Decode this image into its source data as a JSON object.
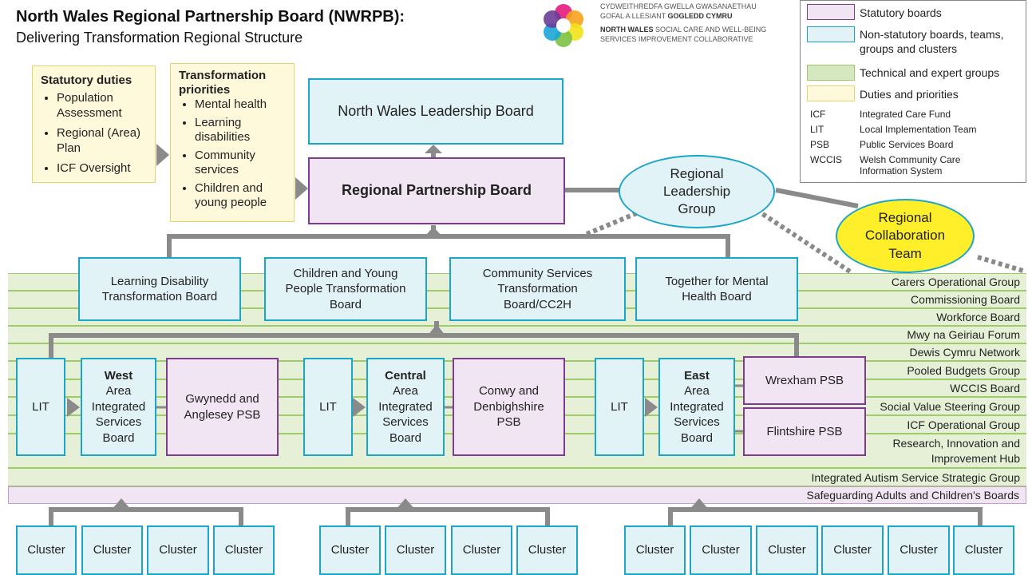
{
  "header": {
    "title": "North Wales Regional Partnership Board (NWRPB):",
    "subtitle": "Delivering Transformation  Regional Structure"
  },
  "logo": {
    "line1": "CYDWEITHREDFA GWELLA GWASANAETHAU",
    "line2a": "GOFAL A LLESIANT ",
    "line2b": "GOGLEDD CYMRU",
    "line3a": "NORTH WALES",
    "line3b": " SOCIAL CARE AND WELL-BEING",
    "line4": "SERVICES IMPROVEMENT COLLABORATIVE"
  },
  "statutory_duties": {
    "heading": "Statutory duties",
    "items": [
      "Population Assessment",
      "Regional (Area) Plan",
      "ICF Oversight"
    ]
  },
  "transformation_priorities": {
    "heading": "Transformation priorities",
    "items": [
      "Mental health",
      "Learning disabilities",
      "Community services",
      "Children and young people"
    ]
  },
  "boards": {
    "leadership": "North Wales Leadership Board",
    "rpb": "Regional Partnership Board",
    "regional_leadership_group": "Regional Leadership Group",
    "regional_collaboration_team": "Regional Collaboration Team"
  },
  "transformation_boards": [
    "Learning Disability Transformation Board",
    "Children and Young People Transformation Board",
    "Community Services Transformation Board/CC2H",
    "Together for Mental Health Board"
  ],
  "areas": {
    "lit": "LIT",
    "west": {
      "bold": "West",
      "rest": "Area Integrated Services Board",
      "psb": "Gwynedd and Anglesey PSB"
    },
    "central": {
      "bold": "Central",
      "rest": "Area Integrated Services Board",
      "psb": "Conwy and Denbighshire PSB"
    },
    "east": {
      "bold": "East",
      "rest": "Area Integrated Services Board",
      "psb1": "Wrexham PSB",
      "psb2": "Flintshire PSB"
    }
  },
  "groups": [
    "Carers Operational Group",
    "Commissioning Board",
    "Workforce Board",
    "Mwy na Geiriau Forum",
    "Dewis Cymru Network",
    "Pooled Budgets Group",
    "WCCIS Board",
    "Social Value Steering Group",
    "ICF Operational Group",
    "Research, Innovation and Improvement Hub",
    "Integrated Autism Service Strategic Group"
  ],
  "safeguarding": "Safeguarding Adults and Children's Boards",
  "cluster_label": "Cluster",
  "legend": {
    "items": [
      {
        "label": "Statutory boards",
        "color": "#f1e4f3",
        "border": "#7e3b92"
      },
      {
        "label": "Non-statutory boards, teams, groups and clusters",
        "color": "#e2f3f8",
        "border": "#1aa6c8"
      },
      {
        "label": "Technical and expert groups",
        "color": "#d6e8bf",
        "border": "#9fcb6a"
      },
      {
        "label": "Duties and priorities",
        "color": "#fff9dc",
        "border": "#e6d470"
      }
    ],
    "abbreviations": [
      {
        "abbr": "ICF",
        "def": "Integrated Care Fund"
      },
      {
        "abbr": "LIT",
        "def": "Local Implementation Team"
      },
      {
        "abbr": "PSB",
        "def": "Public Services Board"
      },
      {
        "abbr": "WCCIS",
        "def": "Welsh Community Care Information System"
      }
    ]
  },
  "colors": {
    "cyan_border": "#1aa6c8",
    "purple_border": "#7e3b92",
    "connector": "#8a8a8a",
    "team_yellow": "#ffee2a"
  }
}
